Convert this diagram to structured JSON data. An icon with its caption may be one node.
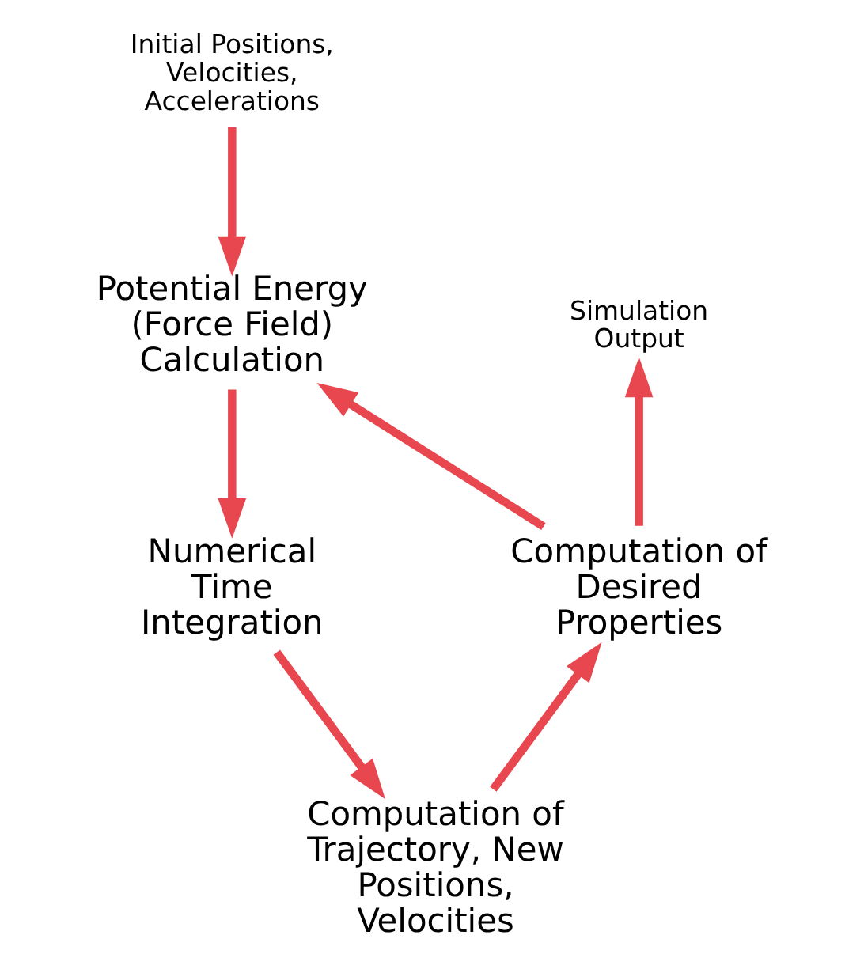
{
  "diagram": {
    "nodes": [
      {
        "text": [
          "Initial Positions, Velocities, Accelerations"
        ]
      },
      {
        "text": [
          "Potential Energy (Force Field) Calculation"
        ]
      },
      {
        "text": [
          "Simulation Output"
        ]
      },
      {
        "text": [
          "Numerical Time Integration"
        ]
      },
      {
        "text": [
          "Computation of Desired Properties"
        ]
      },
      {
        "text": [
          "Computation of Trajectory, New Positions, Velocities"
        ]
      }
    ],
    "edges": [
      {
        "from": 0,
        "to": 1,
        "arrow": "to"
      },
      {
        "from": 1,
        "to": 3,
        "arrow": "to"
      },
      {
        "from": 3,
        "to": 5,
        "arrow": "to"
      },
      {
        "from": 5,
        "to": 4,
        "arrow": "to"
      },
      {
        "from": 4,
        "to": 1,
        "arrow": "to"
      },
      {
        "from": 4,
        "to": 2,
        "arrow": "to"
      }
    ]
  }
}
